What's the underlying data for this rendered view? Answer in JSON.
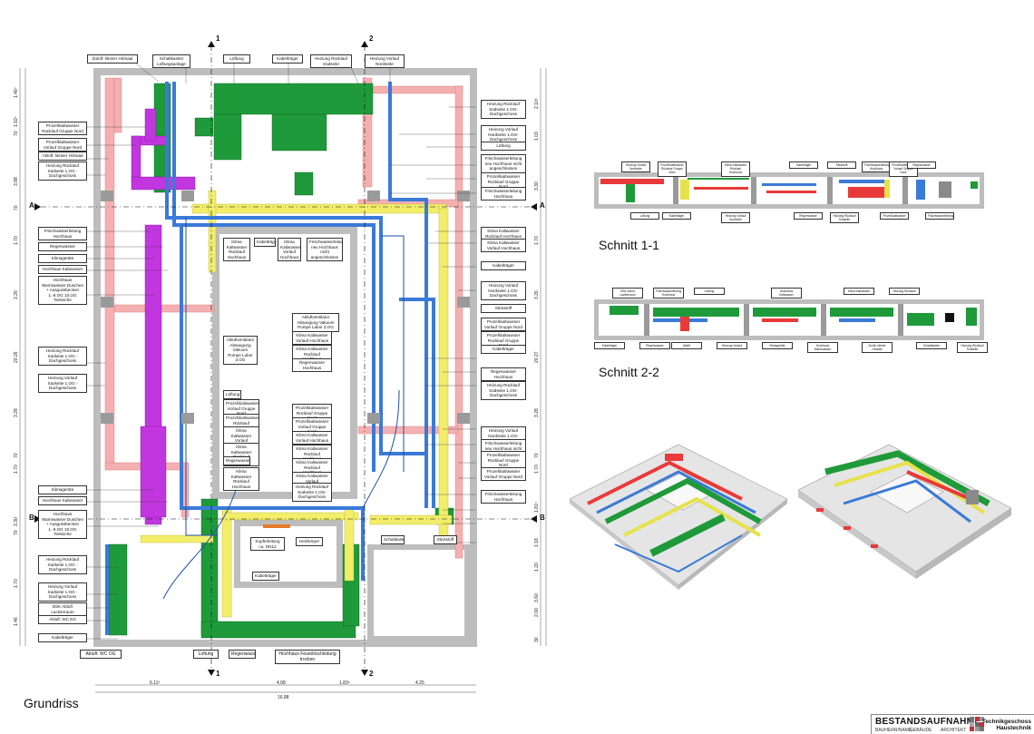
{
  "views": {
    "plan_title": "Grundriss",
    "section1_title": "Schnitt 1-1",
    "section2_title": "Schnitt 2-2"
  },
  "section_marks": {
    "a": "A",
    "b": "B",
    "c1": "1",
    "c2": "2"
  },
  "legend_colors": {
    "heating_return": "#e83a3a",
    "heating_flow": "#f28b8b",
    "cold_water": "#3a7ad8",
    "climate": "#1e9a3a",
    "process_gas": "#e6e24a",
    "exhaust": "#b22ad6",
    "fresh_water": "#7fd0e8"
  },
  "plan_labels_top": [
    "Zuluft: kleiner Hörsaal",
    "Schaltkasten Lüftungsanlage",
    "Lüftung",
    "Kabelträger",
    "Heizung Rücklauf Südseite",
    "Heizung Vorlauf Nordseite"
  ],
  "plan_labels_left": [
    "Prozeßkaltwasser Rücklauf Gruppe Nord",
    "Prozeßkaltwasser Vorlauf Gruppe Nord",
    "Abluft: kleiner Hörsaal",
    "Heizung Rücklauf Südseite 1.OG - Dachgeschoss",
    "Frischwasserleitung Hochhaus",
    "Regenwasser",
    "Klimageräte",
    "Hochhaus Kaltwasser",
    "Hochhaus Warmwasser Duschen + Ausgussbecken 1.-9.OG 10.OG Teeküche",
    "Heizung Rücklauf Südseite 1.OG - Dachgeschoss",
    "Heizung Vorlauf Südseite 1.OG - Dachgeschoss",
    "Klimageräte",
    "Hochhaus Kaltwasser",
    "Hochhaus Warmwasser Duschen + Ausgussbecken 1.-9.OG 10.OG Teeküche",
    "Heizung Rücklauf Südseite 1.OG - Dachgeschoss",
    "Heizung Vorlauf Südseite 1.OG - Dachgeschoss",
    "BSK Abluft Lackierraum",
    "Abluft: WC EG",
    "Kabelträger"
  ],
  "plan_labels_right": [
    "Heizung Rücklauf Südseite 1.OG-Dachgeschoss",
    "Heizung Vorlauf Nordseite 1.OG-Dachgeschoss",
    "Lüftung",
    "Frischwasserleitung neu Hochhaus nicht angeschlossen",
    "Prozeßkaltwasser Rücklauf Gruppe Nord",
    "Frischwasserleitung Hochhaus",
    "Klima Kaltwasser Rücklauf Hochhaus",
    "Klima Kaltwasser Vorlauf Hochhaus",
    "Kabelträger",
    "Heizung Vorlauf Nordseite 1.OG-Dachgeschoss",
    "Stickstoff",
    "Prozeßkaltwasser Vorlauf Gruppe Nord",
    "Prozeßkaltwasser Rücklauf Gruppe Nord",
    "Kabelträger",
    "Regenwasser Hochhaus",
    "Heizung Rücklauf Südseite 1.OG-Dachgeschoss",
    "Heizung Vorlauf Nordseite 1.OG-Dachgeschoss",
    "Frischwasserleitung neu Hochhaus nicht angeschlossen",
    "Prozeßkaltwasser Rücklauf Gruppe Nord",
    "Prozeßkaltwasser Vorlauf Gruppe Nord",
    "Frischwasserleitung Hochhaus"
  ],
  "plan_labels_inner": [
    "Klima Kaltwasser Rücklauf Hochhaus",
    "Kabelträger",
    "Klima Kaltwasser Vorlauf Hochhaus",
    "Frischwasserleitung neu Hochhaus nicht angeschlossen",
    "Abluftventilator Absaugung Vakuum Pumpe Labor 3.OG",
    "Abluftventilator Absaugung Vakuum Pumpe Labor 3.OG",
    "Klima Kaltwasser Vorlauf Hochhaus",
    "Klima Kaltwasser Rücklauf Hochhaus",
    "Regenwasser Hochhaus",
    "Lüftung",
    "Prozeßkaltwasser Vorlauf Gruppe Nord",
    "Prozeßkaltwasser Rücklauf Gruppe Nord",
    "Klima Kaltwasser Vorlauf Hochhaus",
    "Klima Kaltwasser Rücklauf Hochhaus",
    "Regenwasser",
    "Klima Kaltwasser Rücklauf Hochhaus",
    "Prozeßkaltwasser Rücklauf Gruppe Nord",
    "Prozeßkaltwasser Vorlauf Gruppe Nord",
    "Klima Kaltwasser Vorlauf Hochhaus",
    "Klima Kaltwasser Rücklauf Hochhaus",
    "Klima Kaltwasser Rücklauf Hochhaus",
    "Klima Kaltwasser Vorlauf",
    "Heizung Rücklauf Südseite 1.OG-Dachgeschoss",
    "Kupferleitung ca. DN12",
    "Heizkörper",
    "Kabelträger",
    "Schaltkasten",
    "Stickstoff"
  ],
  "plan_labels_bottom": [
    "Abluft: WC OG",
    "Lüftung",
    "Regenwasser",
    "Hochhaus Feuerlöschleitung trocken"
  ],
  "dims_bottom": [
    "6.11³",
    "4.08",
    "1.83⁵",
    "4.25",
    "16.88"
  ],
  "dims_left": [
    "1.46⁵",
    "1.02⁵",
    "70",
    "3.98",
    "70",
    "1.70",
    "3.26",
    "20.26",
    "3.28",
    "70",
    "1.70",
    "3.30",
    "70",
    "1.70",
    "1.46"
  ],
  "dims_right": [
    "2.10⁵",
    "1.03",
    "3.30",
    "1.70",
    "3.26",
    "20.27",
    "3.28",
    "70",
    "1.70",
    "1.81⁵",
    "1.18",
    "1.20",
    "3.60",
    "2.00",
    "30"
  ],
  "section1_labels": [
    "Heizung Vorlauf Nordseite",
    "Prozeßkaltwasser Rücklauf Gruppe Nord",
    "Klima Kaltwasser Rücklauf Hochhaus",
    "Kabelträger",
    "Stickstoff",
    "Frischwasserleitung Hochhaus",
    "Prozeßkaltwasser Vorlauf Gruppe Nord",
    "Regenwasser",
    "Lüftung",
    "Kabelträger",
    "Heizung Vorlauf Nordseite",
    "Regenwasser",
    "Heizung Rücklauf Südseite",
    "Prozeßkaltwasser",
    "Frischwasserleitung"
  ],
  "section2_labels": [
    "BSK Abluft Lackierraum",
    "Frischwasserleitung Hochhaus",
    "Lüftung",
    "Hochhaus Kaltwasser",
    "Klima Kaltwasser",
    "Heizung Rücklauf",
    "Kabelträger",
    "Regenwasser",
    "Abluft",
    "Heizung Vorlauf",
    "Klimageräte",
    "Hochhaus Warmwasser",
    "Zuluft: kleiner Hörsaal",
    "Schaltkasten",
    "Heizung Rücklauf Südseite"
  ],
  "title_block": {
    "title": "BESTANDSAUFNAHME",
    "subtitle_line1": "Technikgeschoss",
    "subtitle_line2": "Haustechnik",
    "field1": "BAUHERR/NAME",
    "field2": "GEBÄUDE",
    "field3": "ARCHITEKT"
  }
}
